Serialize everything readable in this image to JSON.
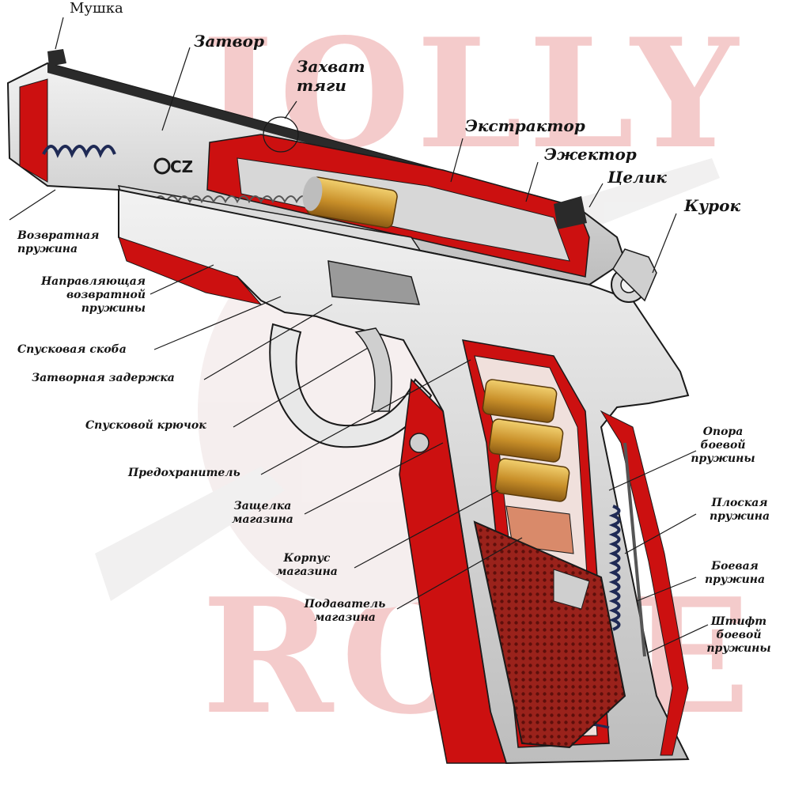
{
  "watermark": {
    "top_text": "JOLLY",
    "bottom_text": "ROGE",
    "color": "#f3c2c2"
  },
  "colors": {
    "cut_red": "#cc1010",
    "metal_light": "#e4e4e4",
    "metal_mid": "#b9b9b9",
    "metal_dark": "#6f6f6f",
    "brass": "#d8a63a",
    "grip_wood": "#a8261e",
    "outline": "#1a1a1a"
  },
  "labels": {
    "mushka": "Мушка",
    "zatvor": "Затвор",
    "zahvat_tyagi_1": "Захват",
    "zahvat_tyagi_2": "тяги",
    "ekstraktor": "Экстрактор",
    "ezhektor": "Эжектор",
    "tselik": "Целик",
    "kurok": "Курок",
    "vozvratnaya_1": "Возвратная",
    "vozvratnaya_2": "пружина",
    "napravl_1": "Направляющая",
    "napravl_2": "возвратной",
    "napravl_3": "пружины",
    "skoba": "Спусковая скоба",
    "zaderzhka": "Затворная задержка",
    "kryuchok": "Спусковой крючок",
    "predohranitel": "Предохранитель",
    "zashchelka_1": "Защелка",
    "zashchelka_2": "магазина",
    "korpus_1": "Корпус",
    "korpus_2": "магазина",
    "podavatel_1": "Подаватель",
    "podavatel_2": "магазина",
    "opora_1": "Опора",
    "opora_2": "боевой",
    "opora_3": "пружины",
    "ploskaya_1": "Плоская",
    "ploskaya_2": "пружина",
    "boevaya_1": "Боевая",
    "boevaya_2": "пружина",
    "shtift_1": "Штифт",
    "shtift_2": "боевой",
    "shtift_3": "пружины"
  }
}
